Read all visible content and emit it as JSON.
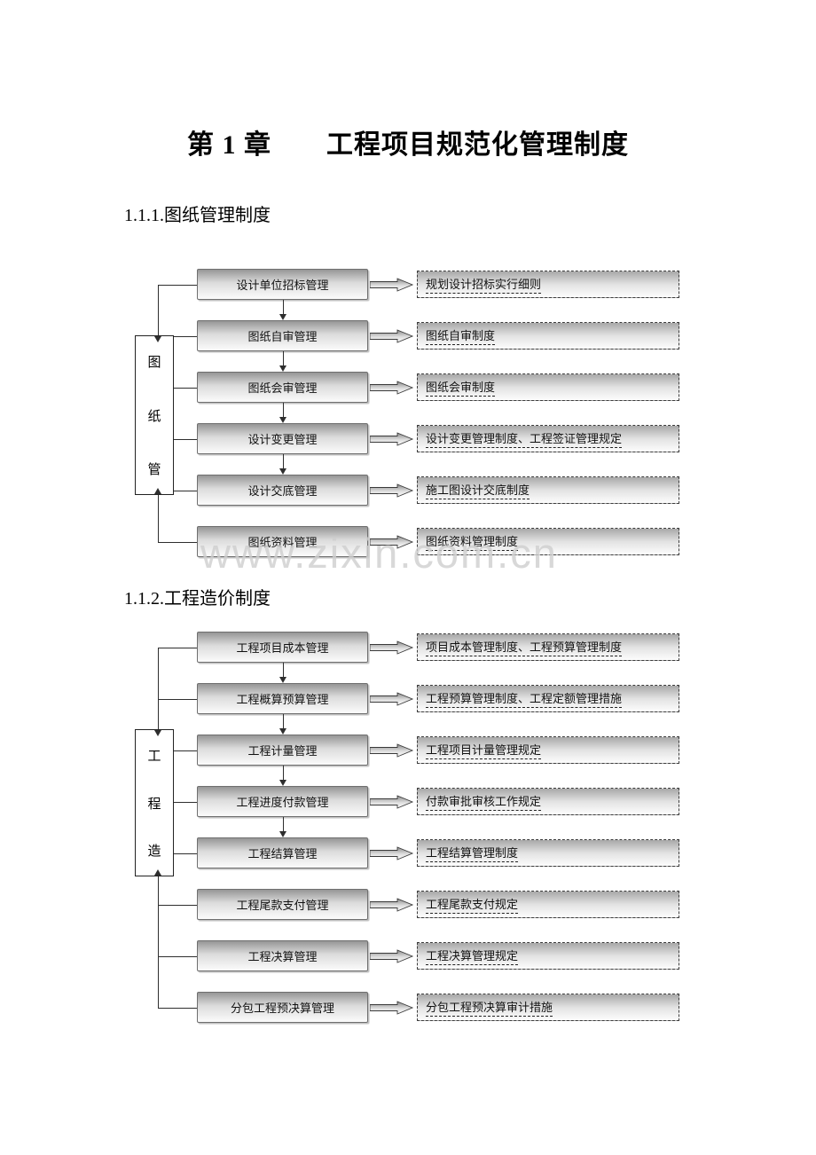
{
  "doc": {
    "title": "第 1 章　　工程项目规范化管理制度",
    "watermark": "www.zixin.com.cn",
    "sections": [
      {
        "heading": "1.1.1.图纸管理制度",
        "side_label": [
          "图",
          "纸",
          "管"
        ],
        "rows": [
          {
            "process": "设计单位招标管理",
            "document": "规划设计招标实行细则"
          },
          {
            "process": "图纸自审管理",
            "document": "图纸自审制度"
          },
          {
            "process": "图纸会审管理",
            "document": "图纸会审制度"
          },
          {
            "process": "设计变更管理",
            "document": "设计变更管理制度、工程签证管理规定"
          },
          {
            "process": "设计交底管理",
            "document": "施工图设计交底制度"
          },
          {
            "process": "图纸资料管理",
            "document": "图纸资料管理制度"
          }
        ]
      },
      {
        "heading": "1.1.2.工程造价制度",
        "side_label": [
          "工",
          "程",
          "造"
        ],
        "rows": [
          {
            "process": "工程项目成本管理",
            "document": "项目成本管理制度、工程预算管理制度"
          },
          {
            "process": "工程概算预算管理",
            "document": "工程预算管理制度、工程定额管理措施"
          },
          {
            "process": "工程计量管理",
            "document": "工程项目计量管理规定"
          },
          {
            "process": "工程进度付款管理",
            "document": "付款审批审核工作规定"
          },
          {
            "process": "工程结算管理",
            "document": "工程结算管理制度"
          },
          {
            "process": "工程尾款支付管理",
            "document": "工程尾款支付规定"
          },
          {
            "process": "工程决算管理",
            "document": "工程决算管理规定"
          },
          {
            "process": "分包工程预决算管理",
            "document": "分包工程预决算审计措施"
          }
        ]
      }
    ]
  }
}
